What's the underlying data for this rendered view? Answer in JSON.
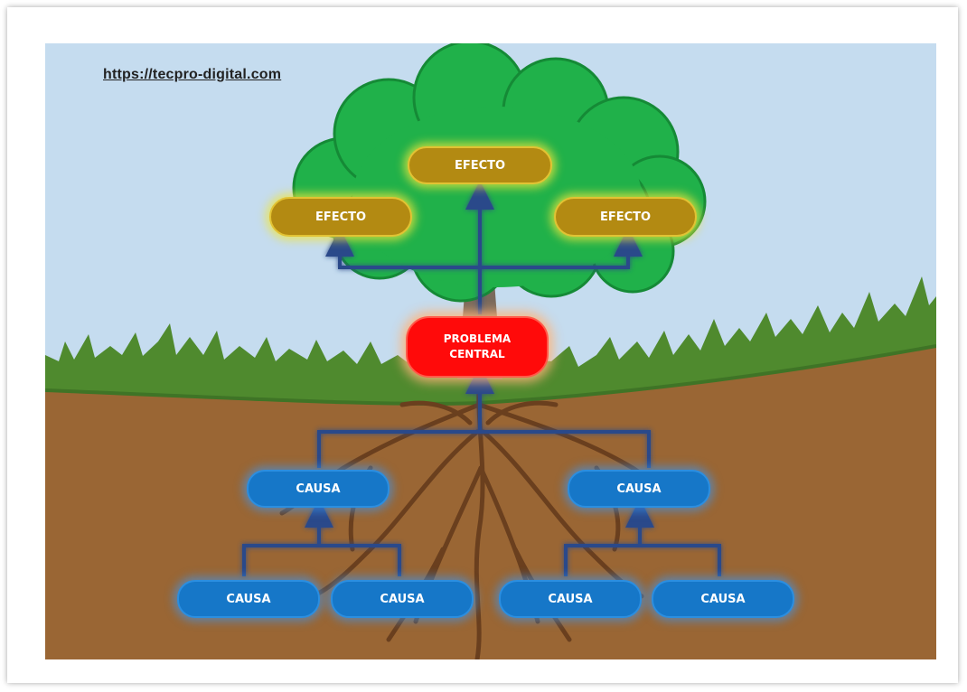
{
  "watermark": {
    "url": "https://tecpro-digital.com"
  },
  "effects": [
    {
      "label": "EFECTO"
    },
    {
      "label": "EFECTO"
    },
    {
      "label": "EFECTO"
    }
  ],
  "central_problem": {
    "line1": "PROBLEMA",
    "line2": "CENTRAL"
  },
  "causes_level1": [
    {
      "label": "CAUSA"
    },
    {
      "label": "CAUSA"
    }
  ],
  "causes_level2": [
    {
      "label": "CAUSA"
    },
    {
      "label": "CAUSA"
    },
    {
      "label": "CAUSA"
    },
    {
      "label": "CAUSA"
    }
  ],
  "colors": {
    "sky": "#c5dcef",
    "grass": "#4f8a2e",
    "soil": "#9a6634",
    "foliage": "#20b14a",
    "trunk": "#7a6a5c",
    "roots": "#6a3f1e",
    "connector": "#2b4a8a",
    "effect_box": "#b38a12",
    "cause_box": "#1677c8",
    "problem_box": "#ff0a0a"
  }
}
